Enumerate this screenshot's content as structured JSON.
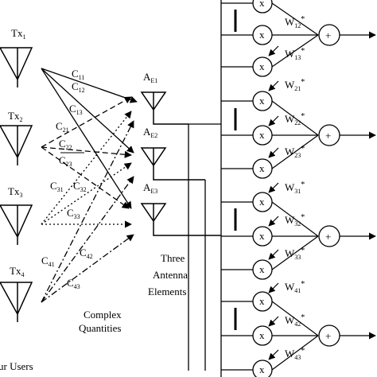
{
  "transmitters": [
    {
      "label": "Tx",
      "sub": "1"
    },
    {
      "label": "Tx",
      "sub": "2"
    },
    {
      "label": "Tx",
      "sub": "3"
    },
    {
      "label": "Tx",
      "sub": "4"
    }
  ],
  "users_caption": "ur Users",
  "channel_labels": [
    {
      "base": "C",
      "sub": "11"
    },
    {
      "base": "C",
      "sub": "12"
    },
    {
      "base": "C",
      "sub": "13"
    },
    {
      "base": "C",
      "sub": "21"
    },
    {
      "base": "C",
      "sub": "22"
    },
    {
      "base": "C",
      "sub": "23"
    },
    {
      "base": "C",
      "sub": "31"
    },
    {
      "base": "C",
      "sub": "32"
    },
    {
      "base": "C",
      "sub": "33"
    },
    {
      "base": "C",
      "sub": "41"
    },
    {
      "base": "C",
      "sub": "42"
    },
    {
      "base": "C",
      "sub": "43"
    }
  ],
  "complex_caption": [
    "Complex",
    "Quantities"
  ],
  "elements": [
    {
      "base": "A",
      "sub": "E1"
    },
    {
      "base": "A",
      "sub": "E2"
    },
    {
      "base": "A",
      "sub": "E3"
    }
  ],
  "elements_caption": [
    "Three",
    "Antenna",
    "Elements"
  ],
  "multiplier_symbol": "x",
  "adder_symbol": "+",
  "weights": [
    {
      "base": "W",
      "sub": "12",
      "sup": "*"
    },
    {
      "base": "W",
      "sub": "13",
      "sup": "*"
    },
    {
      "base": "W",
      "sub": "21",
      "sup": "*"
    },
    {
      "base": "W",
      "sub": "22",
      "sup": "*"
    },
    {
      "base": "W",
      "sub": "23",
      "sup": "*"
    },
    {
      "base": "W",
      "sub": "31",
      "sup": "*"
    },
    {
      "base": "W",
      "sub": "32",
      "sup": "*"
    },
    {
      "base": "W",
      "sub": "33",
      "sup": "*"
    },
    {
      "base": "W",
      "sub": "41",
      "sup": "*"
    },
    {
      "base": "W",
      "sub": "42",
      "sup": "*"
    },
    {
      "base": "W",
      "sub": "43",
      "sup": "*"
    }
  ]
}
